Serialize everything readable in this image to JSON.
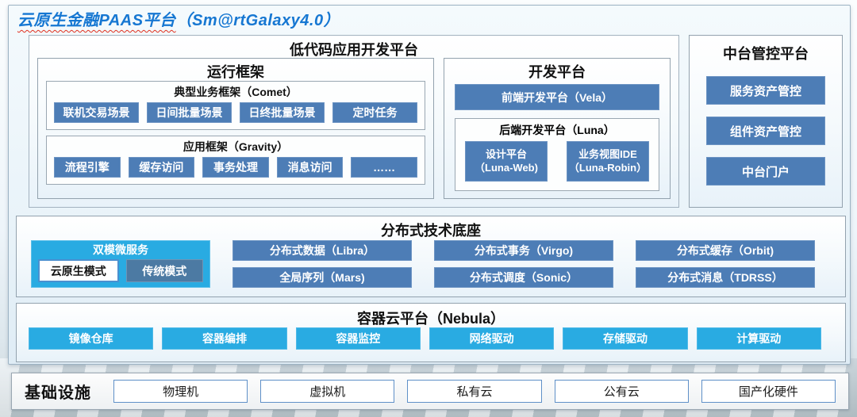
{
  "title": {
    "main": "云原生金融PAAS平台",
    "suffix": "（Sm@rtGalaxy4.0）"
  },
  "colors": {
    "accent_blue": "#4d7db6",
    "accent_cyan": "#29abe2",
    "title_blue": "#1677d2",
    "mode_traditional_blue": "#4c7aa3"
  },
  "lowcode": {
    "title": "低代码应用开发平台",
    "runtime": {
      "title": "运行框架",
      "comet": {
        "title": "典型业务框架（Comet）",
        "items": [
          "联机交易场景",
          "日间批量场景",
          "日终批量场景",
          "定时任务"
        ]
      },
      "gravity": {
        "title": "应用框架（Gravity）",
        "items": [
          "流程引擎",
          "缓存访问",
          "事务处理",
          "消息访问",
          "……"
        ]
      }
    },
    "dev": {
      "title": "开发平台",
      "vela": "前端开发平台（Vela）",
      "luna": {
        "title": "后端开发平台（Luna）",
        "items": [
          {
            "line1": "设计平台",
            "line2": "（Luna-Web)"
          },
          {
            "line1": "业务视图IDE",
            "line2": "（Luna-Robin）"
          }
        ]
      }
    }
  },
  "midplatform": {
    "title": "中台管控平台",
    "items": [
      "服务资产管控",
      "组件资产管控",
      "中台门户"
    ]
  },
  "distributed": {
    "title": "分布式技术底座",
    "dual_mode": {
      "title": "双模微服务",
      "native": "云原生模式",
      "traditional": "传统模式"
    },
    "columns": [
      {
        "top": "分布式数据（Libra）",
        "bottom": "全局序列（Mars)"
      },
      {
        "top": "分布式事务（Virgo)",
        "bottom": "分布式调度（Sonic）"
      },
      {
        "top": "分布式缓存（Orbit)",
        "bottom": "分布式消息（TDRSS）"
      }
    ]
  },
  "container_cloud": {
    "title": "容器云平台（Nebula）",
    "items": [
      "镜像仓库",
      "容器编排",
      "容器监控",
      "网络驱动",
      "存储驱动",
      "计算驱动"
    ]
  },
  "infrastructure": {
    "title": "基础设施",
    "items": [
      "物理机",
      "虚拟机",
      "私有云",
      "公有云",
      "国产化硬件"
    ]
  }
}
